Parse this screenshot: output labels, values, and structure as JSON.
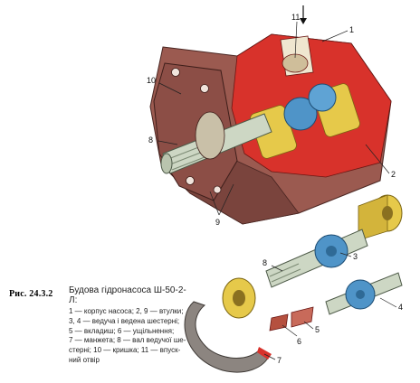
{
  "figure": {
    "label": "Рис. 24.3.2",
    "title": "Будова гідронасоса Ш-50-2-Л:",
    "legend": [
      "1 — корпус насоса; 2, 9 — втулки;",
      "3, 4 — ведуча і ведена шестерні;",
      "5 — вкладиш; 6 — ущільнення;",
      "7 — манжета; 8 — вал ведучої ше-",
      "стерні; 10 — кришка; 11 — впуск-",
      "ний отвір"
    ]
  },
  "callouts": [
    "1",
    "2",
    "3",
    "4",
    "5",
    "6",
    "7",
    "8",
    "8",
    "9",
    "10",
    "11"
  ],
  "colors": {
    "housing": "#9b5a50",
    "housing_dark": "#6e3a34",
    "section_red": "#d8322b",
    "bushing": "#e6c94a",
    "gear": "#4f94c8",
    "shaft": "#cdd7c4"
  }
}
